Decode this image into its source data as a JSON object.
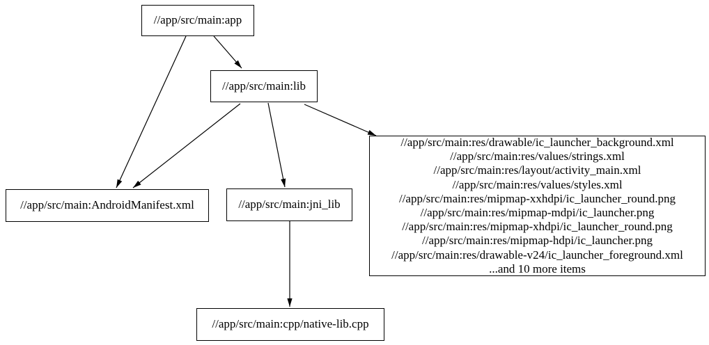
{
  "diagram": {
    "type": "dependency-graph",
    "colors": {
      "background": "#ffffff",
      "node_border": "#000000",
      "text": "#000000",
      "edge": "#000000"
    },
    "nodes": {
      "app": {
        "label": "//app/src/main:app"
      },
      "lib": {
        "label": "//app/src/main:lib"
      },
      "manifest": {
        "label": "//app/src/main:AndroidManifest.xml"
      },
      "jni_lib": {
        "label": "//app/src/main:jni_lib"
      },
      "res_group": {
        "label": "//app/src/main:res/drawable/ic_launcher_background.xml\n//app/src/main:res/values/strings.xml\n//app/src/main:res/layout/activity_main.xml\n//app/src/main:res/values/styles.xml\n//app/src/main:res/mipmap-xxhdpi/ic_launcher_round.png\n//app/src/main:res/mipmap-mdpi/ic_launcher.png\n//app/src/main:res/mipmap-xhdpi/ic_launcher_round.png\n//app/src/main:res/mipmap-hdpi/ic_launcher.png\n//app/src/main:res/drawable-v24/ic_launcher_foreground.xml\n...and 10 more items"
      },
      "native_lib": {
        "label": "//app/src/main:cpp/native-lib.cpp"
      }
    },
    "edges": [
      {
        "from": "app",
        "to": "lib"
      },
      {
        "from": "app",
        "to": "manifest"
      },
      {
        "from": "lib",
        "to": "manifest"
      },
      {
        "from": "lib",
        "to": "jni_lib"
      },
      {
        "from": "lib",
        "to": "res_group"
      },
      {
        "from": "jni_lib",
        "to": "native_lib"
      }
    ]
  }
}
